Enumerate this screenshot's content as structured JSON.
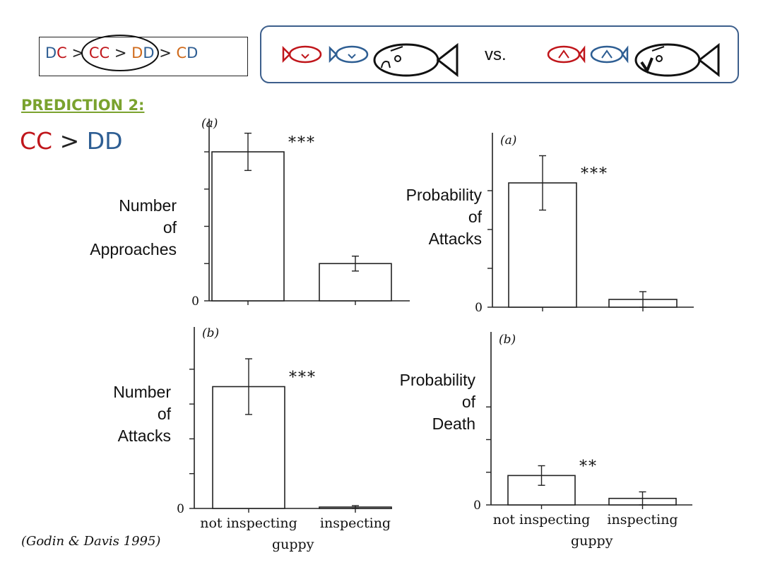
{
  "ordering": {
    "items": [
      "DC",
      "CC",
      "DD",
      "CD"
    ],
    "separator": ">"
  },
  "vs_label": "vs.",
  "prediction_heading": "PREDICTION 2:",
  "hypothesis": {
    "left": "CC",
    "op": ">",
    "right": "DD"
  },
  "citation": "(Godin & Davis 1995)",
  "colors": {
    "cooperator_red": "#c0161b",
    "defector_blue": "#2e5e93",
    "orange": "#d06b1c",
    "heading_green": "#7aa22e",
    "panel_border": "#3d5f8c"
  },
  "icons": [
    "red-fish-icon",
    "blue-fish-icon",
    "predator-fish-icon"
  ],
  "chart_data": [
    {
      "type": "bar",
      "panel": "(a)",
      "id": "approaches",
      "ylabel_lines": [
        "Number",
        "of",
        "Approaches"
      ],
      "categories": [
        "not inspecting",
        "inspecting"
      ],
      "values": [
        8.0,
        2.0
      ],
      "error": [
        1.0,
        0.4
      ],
      "ylim": [
        0,
        8.0
      ],
      "yticks": [
        0
      ],
      "yticks_at": [
        0,
        2,
        4,
        6,
        8
      ],
      "significance": "***",
      "xlabel": ""
    },
    {
      "type": "bar",
      "panel": "(a)",
      "id": "prob_attacks",
      "ylabel_lines": [
        "Probability",
        "of",
        "Attacks"
      ],
      "categories": [
        "not inspecting",
        "inspecting"
      ],
      "values": [
        0.32,
        0.02
      ],
      "error": [
        0.07,
        0.02
      ],
      "ylim": [
        0,
        0.4
      ],
      "yticks": [
        0
      ],
      "yticks_at": [
        0,
        0.1,
        0.2,
        0.3
      ],
      "significance": "***",
      "xlabel": ""
    },
    {
      "type": "bar",
      "panel": "(b)",
      "id": "attacks",
      "ylabel_lines": [
        "Number",
        "of",
        "Attacks"
      ],
      "categories": [
        "not inspecting",
        "inspecting"
      ],
      "values": [
        3.5,
        0.04
      ],
      "error": [
        0.8,
        0.04
      ],
      "ylim": [
        0,
        4.2
      ],
      "yticks": [
        0
      ],
      "yticks_at": [
        0,
        1,
        2,
        3,
        4
      ],
      "significance": "***",
      "xlabel": "guppy"
    },
    {
      "type": "bar",
      "panel": "(b)",
      "id": "prob_death",
      "ylabel_lines": [
        "Probability",
        "of",
        "Death"
      ],
      "categories": [
        "not inspecting",
        "inspecting"
      ],
      "values": [
        0.09,
        0.02
      ],
      "error": [
        0.03,
        0.02
      ],
      "ylim": [
        0,
        0.4
      ],
      "yticks": [
        0
      ],
      "yticks_at": [
        0,
        0.1,
        0.2,
        0.3
      ],
      "significance": "**",
      "xlabel": "guppy"
    }
  ]
}
